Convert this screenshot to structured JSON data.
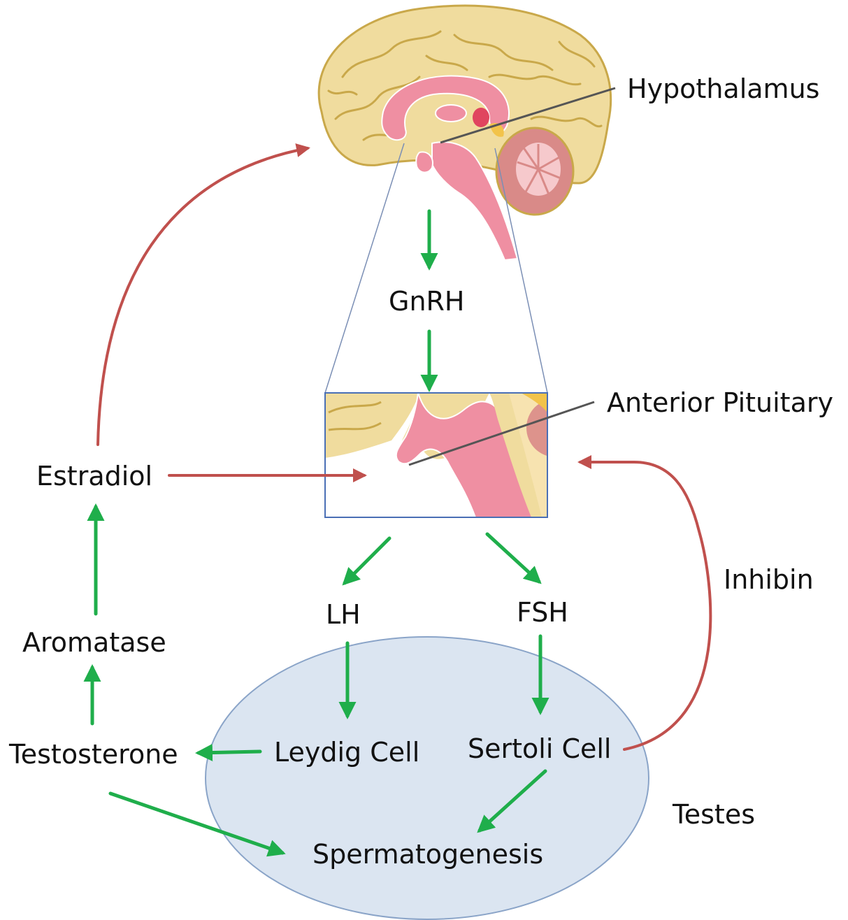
{
  "labels": {
    "hypothalamus": "Hypothalamus",
    "gnrh": "GnRH",
    "anterior_pituitary": "Anterior Pituitary",
    "estradiol": "Estradiol",
    "aromatase": "Aromatase",
    "testosterone": "Testosterone",
    "lh": "LH",
    "fsh": "FSH",
    "inhibin": "Inhibin",
    "leydig_cell": "Leydig Cell",
    "sertoli_cell": "Sertoli Cell",
    "testes": "Testes",
    "spermatogenesis": "Spermatogenesis"
  },
  "colors": {
    "stimulatory_arrow": "#1fae4b",
    "inhibitory_arrow": "#c0504d",
    "brain_fill": "#f0dc9e",
    "brain_outline": "#c9a84a",
    "brainstem_fill": "#ef8fa2",
    "testes_fill": "#dbe5f1",
    "testes_outline": "#8aa4c8",
    "pituitary_box_border": "#4a6fb5",
    "pointer_line": "#555555"
  },
  "icons": [
    "brain-sagittal-illustration",
    "pituitary-zoom-illustration"
  ]
}
